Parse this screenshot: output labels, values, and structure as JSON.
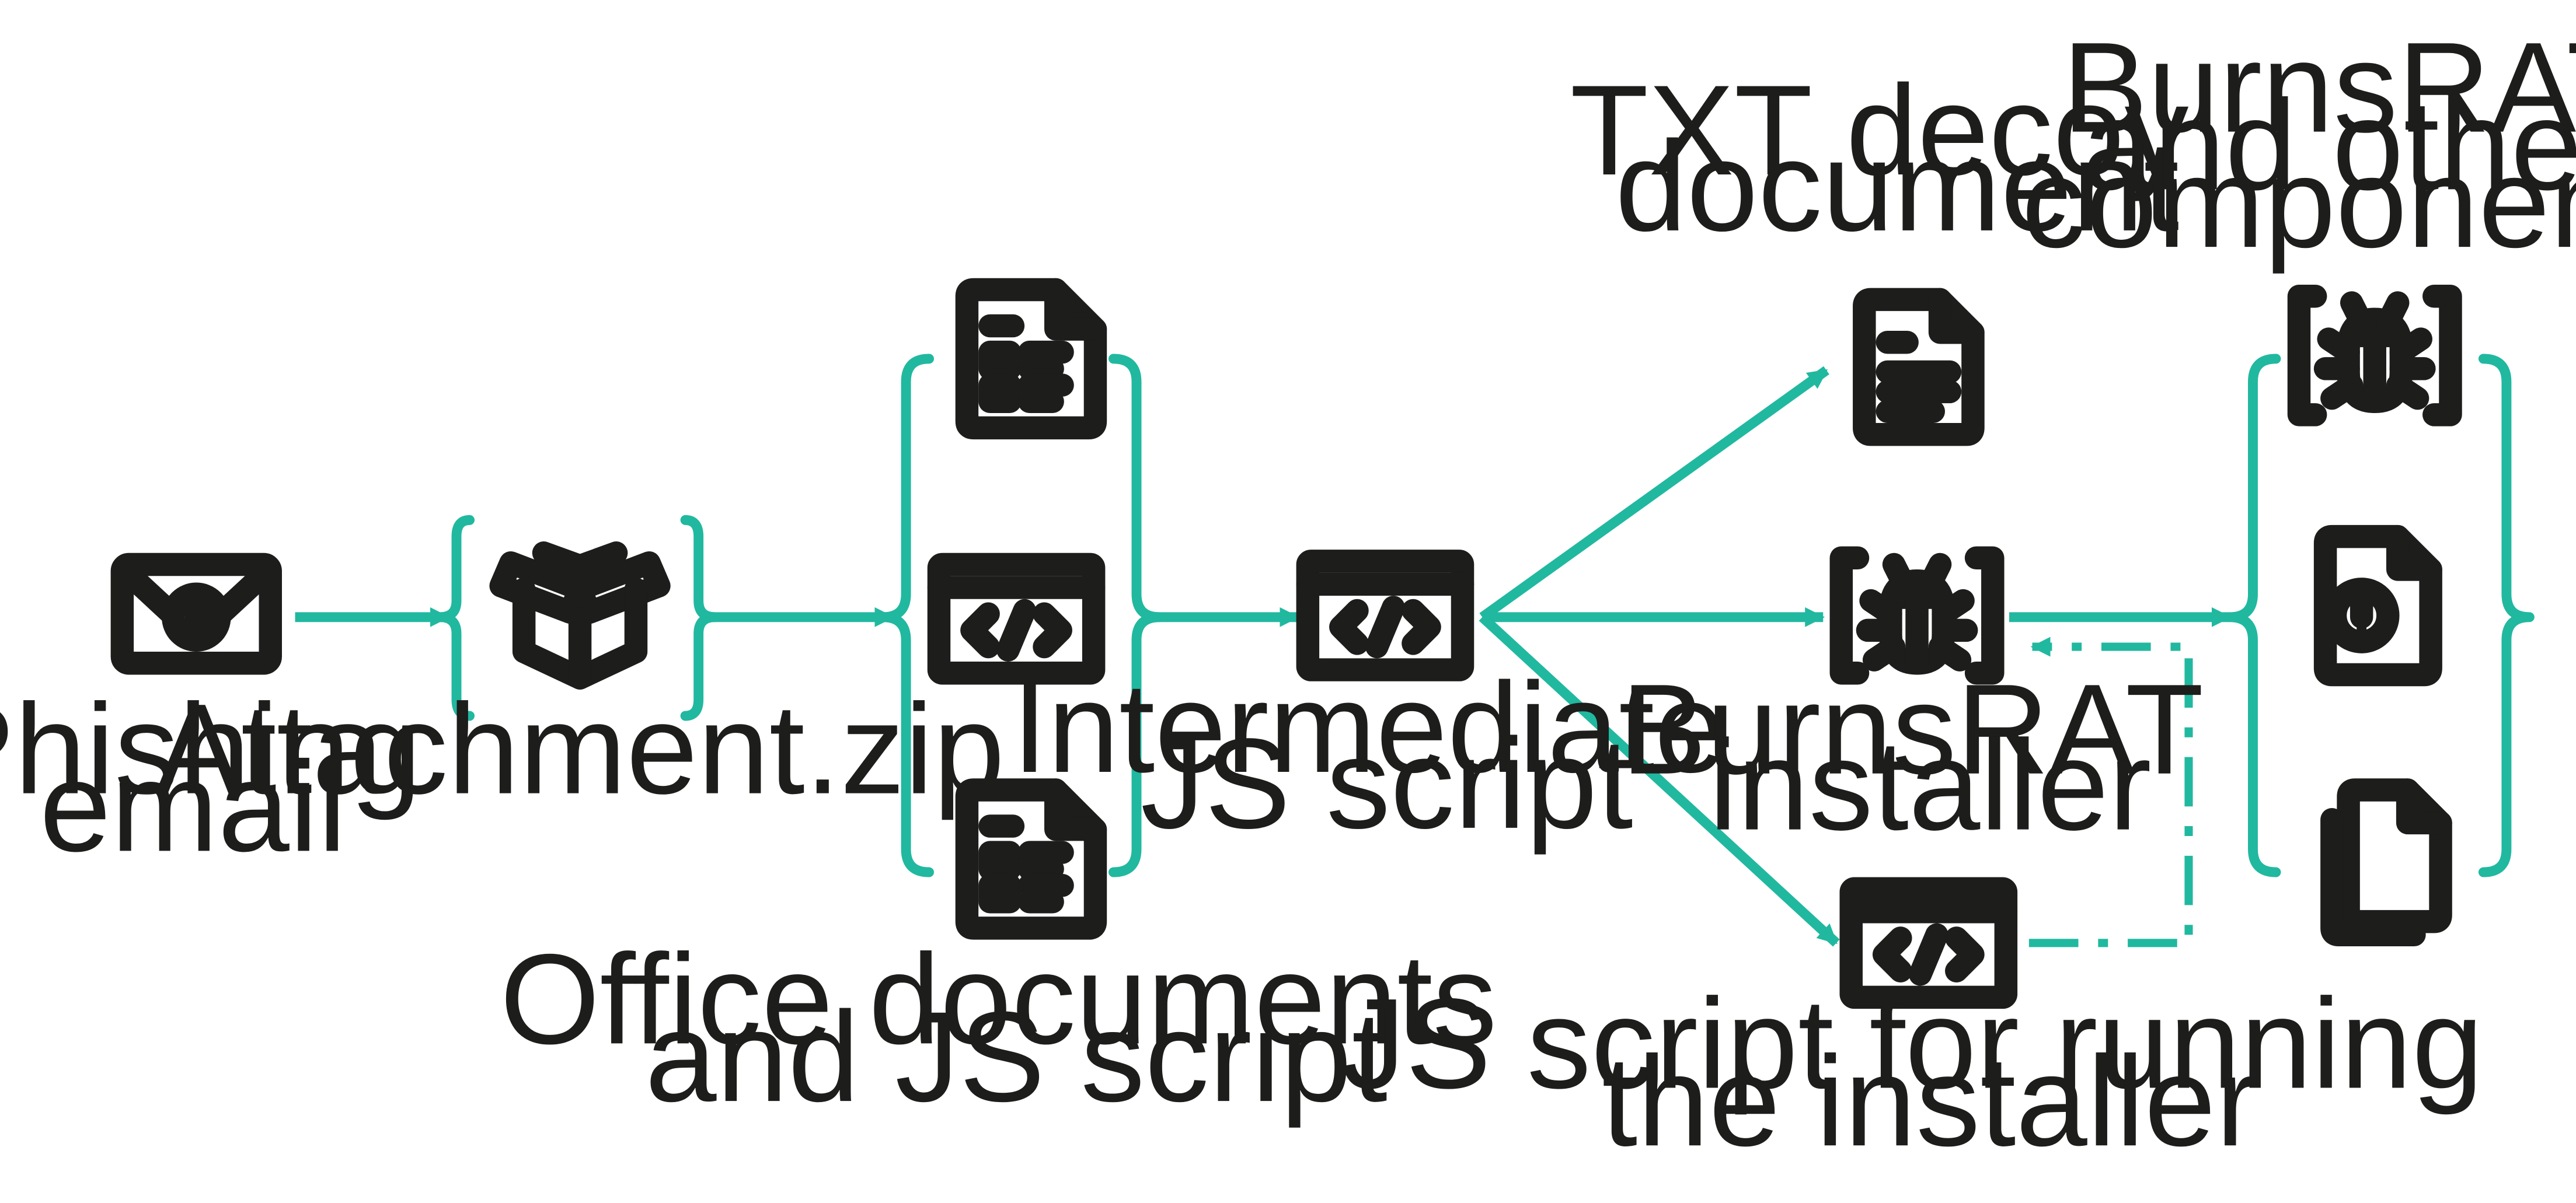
{
  "nodes": {
    "phishing_email": {
      "line1": "Phishing",
      "line2": "email"
    },
    "attachment": {
      "line1": "Attachment.zip"
    },
    "office_docs": {
      "line1": "Office documents",
      "line2": "and JS script"
    },
    "intermediate_js": {
      "line1": "Intermediate",
      "line2": "JS script"
    },
    "txt_decoy": {
      "line1": "TXT decoy",
      "line2": "document"
    },
    "burnsrat_installer": {
      "line1": "BurnsRAT",
      "line2": "installer"
    },
    "js_runner": {
      "line1": "JS script for running",
      "line2": "the installer"
    },
    "burnsrat_components": {
      "line1": "BurnsRAT",
      "line2": "and other",
      "line3": "components"
    }
  },
  "colors": {
    "accent": "#21b8a0",
    "icon": "#1d1d1b",
    "background": "#ffffff"
  }
}
